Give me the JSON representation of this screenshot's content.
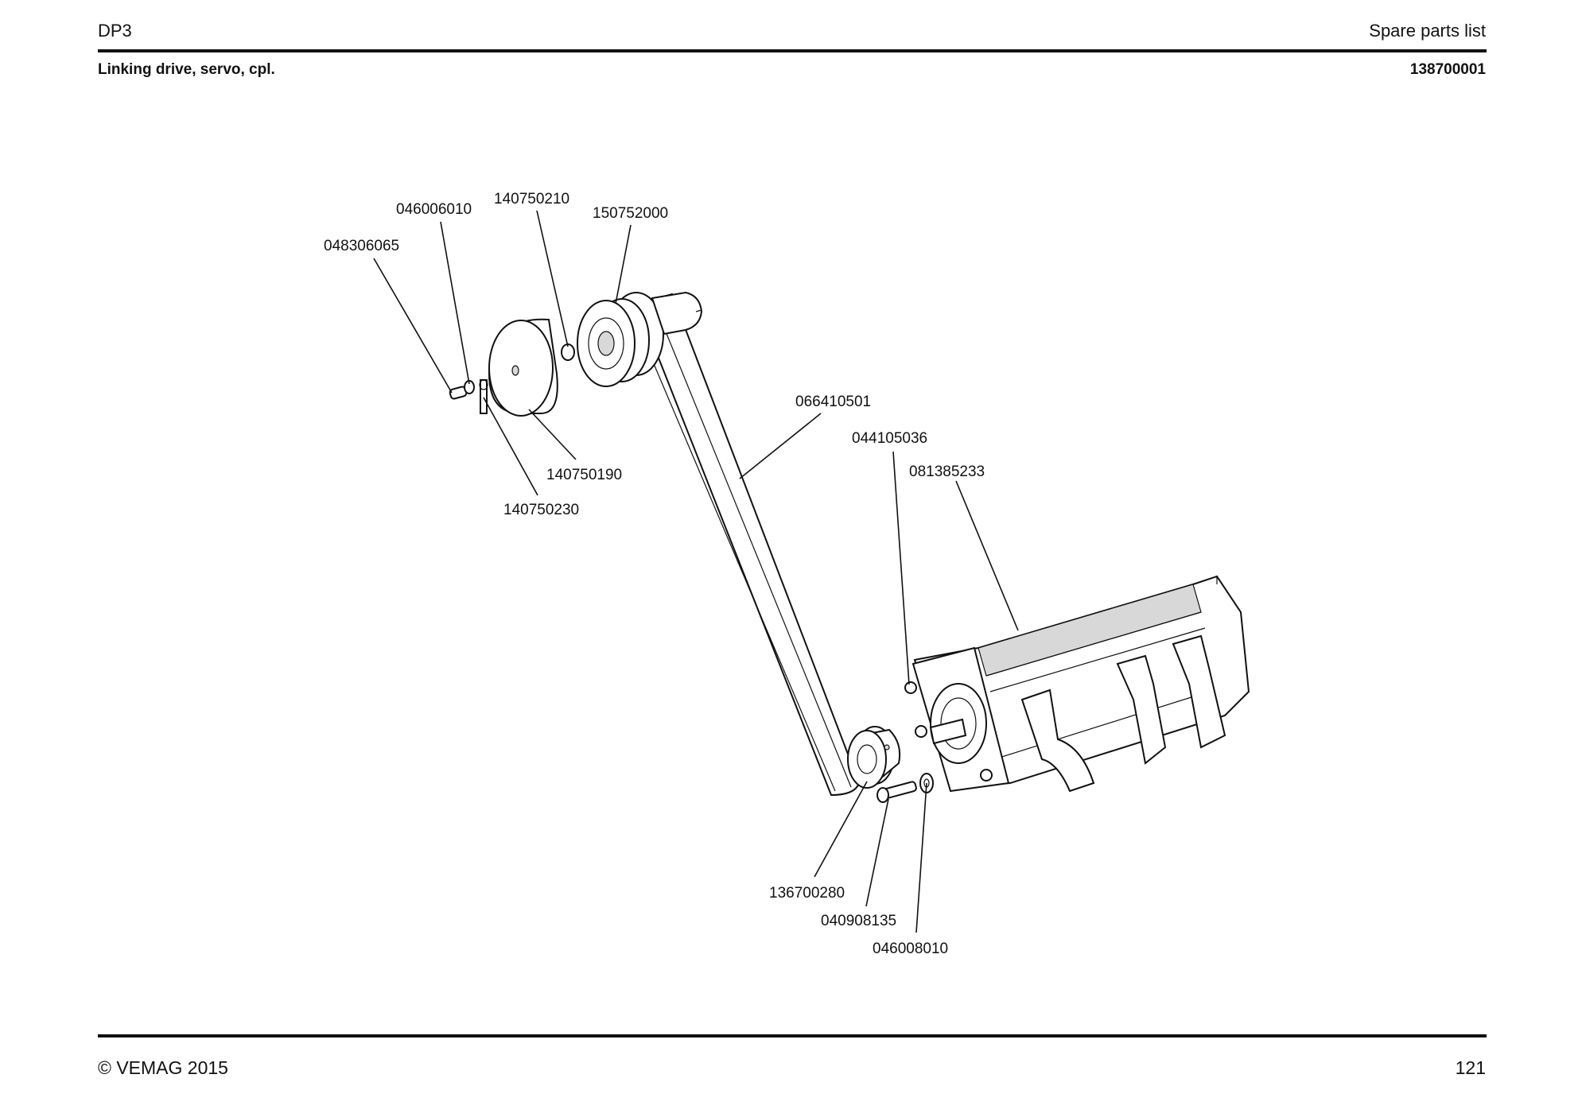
{
  "header": {
    "product": "DP3",
    "doc_type": "Spare parts list",
    "assembly_name": "Linking drive, servo, cpl.",
    "assembly_number": "138700001"
  },
  "footer": {
    "copyright": "© VEMAG 2015",
    "page_number": "121"
  },
  "drawing": {
    "part_labels": [
      "048306065",
      "046006010",
      "140750210",
      "150752000",
      "140750190",
      "140750230",
      "066410501",
      "044105036",
      "081385233",
      "136700280",
      "040908135",
      "046008010"
    ]
  }
}
